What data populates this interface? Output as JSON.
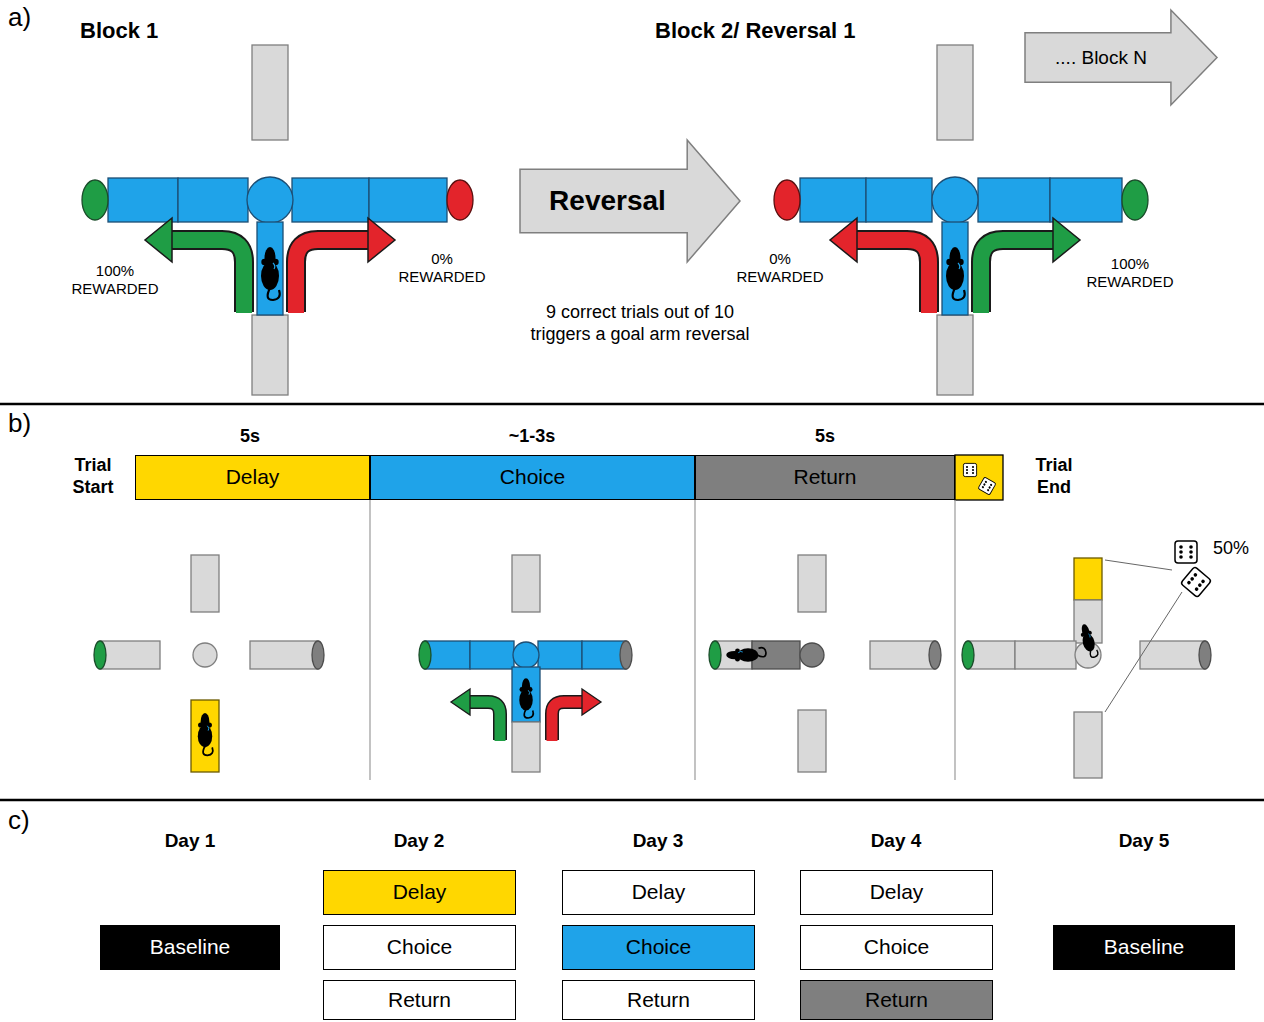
{
  "diagram": {
    "nodes": [
      {
        "text": [
          ".... Block N"
        ]
      },
      {
        "text": [
          "Reversal"
        ]
      },
      {
        "text": [
          "Delay"
        ]
      },
      {
        "text": [
          "Choice"
        ]
      },
      {
        "text": [
          "Return"
        ]
      },
      {
        "text": [
          "Baseline"
        ]
      },
      {
        "text": [
          "Delay"
        ]
      },
      {
        "text": [
          "Choice"
        ]
      },
      {
        "text": [
          "Return"
        ]
      },
      {
        "text": [
          "Delay"
        ]
      },
      {
        "text": [
          "Choice"
        ]
      },
      {
        "text": [
          "Return"
        ]
      },
      {
        "text": [
          "Delay"
        ]
      },
      {
        "text": [
          "Choice"
        ]
      },
      {
        "text": [
          "Return"
        ]
      },
      {
        "text": [
          "Baseline"
        ]
      }
    ],
    "labels": [
      "a)",
      "Block 1",
      "Block 2/ Reversal 1",
      "100% REWARDED",
      "0% REWARDED",
      "9 correct trials out of 10 triggers a goal arm reversal",
      "0% REWARDED",
      "100% REWARDED",
      "b)",
      "Trial Start",
      "5s",
      "~1-3s",
      "5s",
      "Trial End",
      "50%",
      "c)",
      "Day 1",
      "Day 2",
      "Day 3",
      "Day 4",
      "Day 5"
    ]
  }
}
